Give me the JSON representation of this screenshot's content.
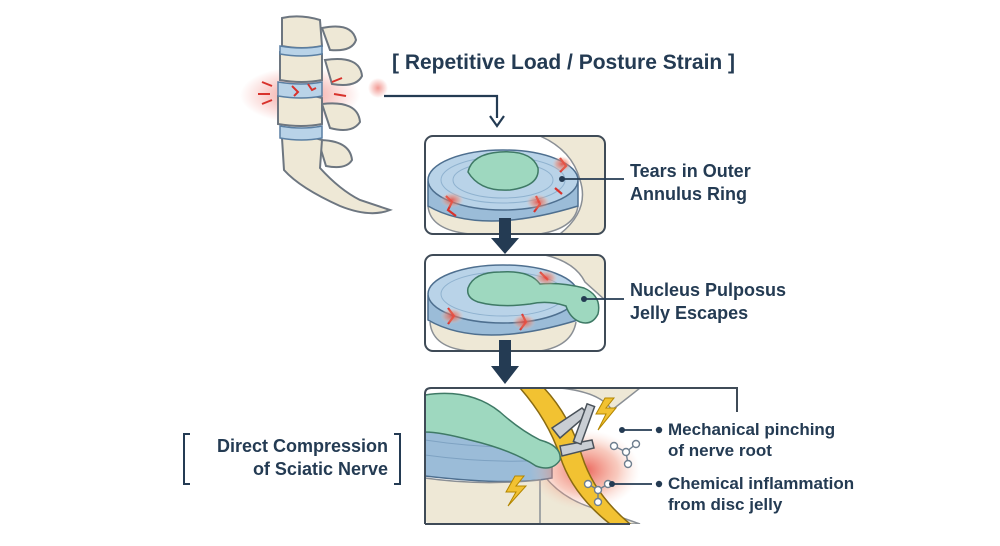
{
  "title": "[ Repetitive Load / Posture Strain ]",
  "stages": [
    {
      "line1": "Tears in Outer",
      "line2": "Annulus Ring"
    },
    {
      "line1": "Nucleus Pulposus",
      "line2": "Jelly Escapes"
    }
  ],
  "compression": {
    "line1": "Direct Compression",
    "line2": "of Sciatic Nerve"
  },
  "effects": [
    {
      "line1": "Mechanical pinching",
      "line2": "of nerve root"
    },
    {
      "line1": "Chemical inflammation",
      "line2": "from disc jelly"
    }
  ],
  "colors": {
    "text": "#243b53",
    "bone": "#eee8d6",
    "disc_blue": "#b9d3e8",
    "nucleus": "#9ed8bf",
    "tear_red": "#d8322c",
    "nerve_yellow": "#f2c232",
    "inflammation": "#e8483d"
  }
}
